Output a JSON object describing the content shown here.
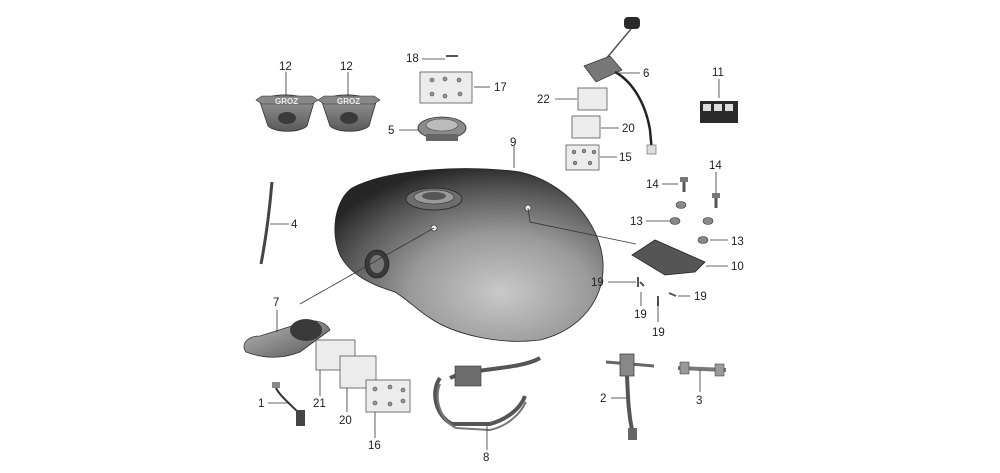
{
  "diagram": {
    "callouts": {
      "c1": "1",
      "c2": "2",
      "c3": "3",
      "c4": "4",
      "c5": "5",
      "c6": "6",
      "c7": "7",
      "c8": "8",
      "c9": "9",
      "c10": "10",
      "c11": "11",
      "c12a": "12",
      "c12b": "12",
      "c13a": "13",
      "c13b": "13",
      "c14a": "14",
      "c14b": "14",
      "c15": "15",
      "c16": "16",
      "c17": "17",
      "c18": "18",
      "c19a": "19",
      "c19b": "19",
      "c19c": "19",
      "c19d": "19",
      "c20a": "20",
      "c20b": "20",
      "c21": "21",
      "c22": "22"
    },
    "badge_text": "GROZ",
    "colors": {
      "tank_dark": "#2e2e2e",
      "tank_light": "#bdbdbd",
      "line": "#333333",
      "background": "#ffffff"
    }
  }
}
